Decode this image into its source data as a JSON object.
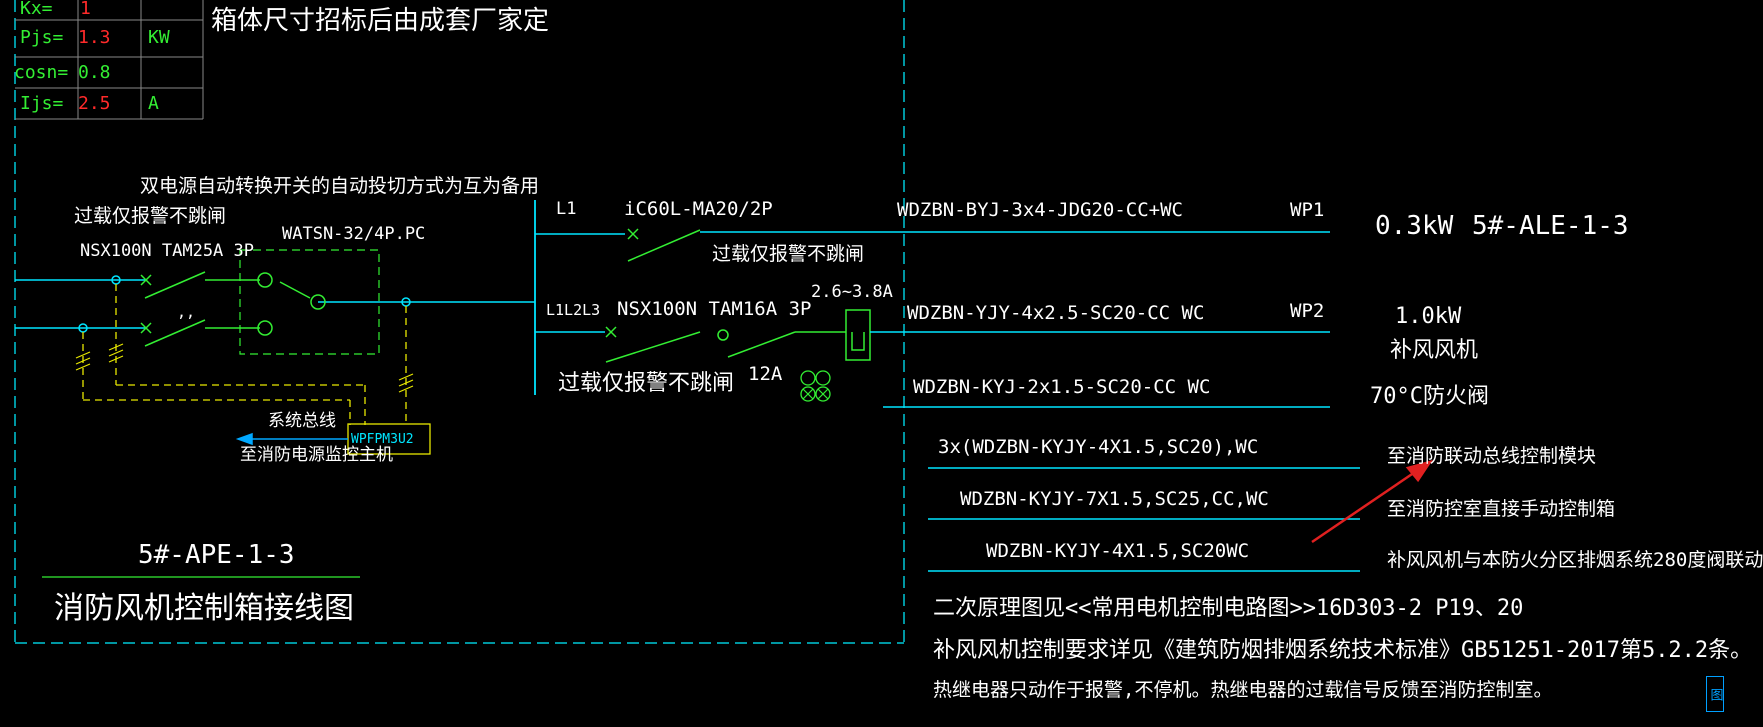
{
  "load_table": {
    "rows": [
      {
        "label": "Kx=",
        "value": "1",
        "unit": ""
      },
      {
        "label": "Pjs=",
        "value": "1.3",
        "unit": "KW"
      },
      {
        "label": "cosn=",
        "value": "0.8",
        "unit": ""
      },
      {
        "label": "Ijs=",
        "value": "2.5",
        "unit": "A"
      }
    ]
  },
  "notes": {
    "box_size": "箱体尺寸招标后由成套厂家定",
    "dual_power": "双电源自动转换开关的自动投切方式为互为备用",
    "overload_1": "过载仅报警不跳闸",
    "breaker_main": "NSX100N TAM25A 3P",
    "ats": "WATSN-32/4P.PC",
    "phase_mark": ",,",
    "system_bus": "系统总线",
    "to_monitor": "至消防电源监控主机",
    "monitor_module": "WPFPM3U2",
    "panel_id": "5#-APE-1-3",
    "panel_title": "消防风机控制箱接线图"
  },
  "circuits": {
    "c1": {
      "phase": "L1",
      "breaker": "iC60L-MA20/2P",
      "overload": "过载仅报警不跳闸",
      "cable": "WDZBN-BYJ-3x4-JDG20-CC+WC",
      "id": "WP1",
      "load": "0.3kW",
      "target": "5#-ALE-1-3"
    },
    "c2": {
      "phase": "L1L2L3",
      "breaker": "NSX100N TAM16A 3P",
      "relay": "2.6~3.8A",
      "setting": "12A",
      "overload": "过载仅报警不跳闸",
      "cable": "WDZBN-YJY-4x2.5-SC20-CC WC",
      "id": "WP2",
      "load": "1.0kW",
      "target": "补风风机"
    },
    "c3": {
      "cable": "WDZBN-KYJ-2x1.5-SC20-CC WC",
      "target": "70°C防火阀"
    },
    "c4": {
      "cable": "3x(WDZBN-KYJY-4X1.5,SC20),WC",
      "target": "至消防联动总线控制模块"
    },
    "c5": {
      "cable": "WDZBN-KYJY-7X1.5,SC25,CC,WC",
      "target": "至消防控室直接手动控制箱"
    },
    "c6": {
      "cable": "WDZBN-KYJY-4X1.5,SC20WC",
      "target": "补风风机与本防火分区排烟系统280度阀联动"
    }
  },
  "footnotes": [
    "二次原理图见<<常用电机控制电路图>>16D303-2  P19、20",
    "补风风机控制要求详见《建筑防烟排烟系统技术标准》GB51251-2017第5.2.2条。",
    "热继电器只动作于报警,不停机。热继电器的过载信号反馈至消防控制室。"
  ],
  "corner_mark": "图",
  "colors": {
    "bg": "#000000",
    "wire": "#00e5ff",
    "breaker": "#33ee33",
    "dashed": "#e8e800",
    "arrow": "#e02020",
    "text": "#ffffff"
  }
}
